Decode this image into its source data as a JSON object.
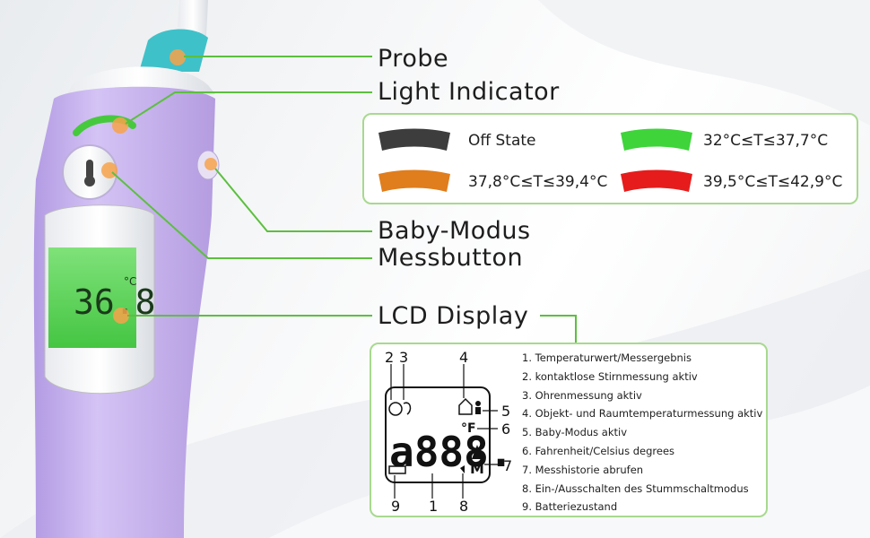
{
  "callouts": {
    "probe": "Probe",
    "light_indicator": "Light Indicator",
    "baby_modus": "Baby-Modus",
    "messbutton": "Messbutton",
    "lcd_display": "LCD Display"
  },
  "device": {
    "screen_reading": "36.8",
    "screen_unit": "°C"
  },
  "light_legend": [
    {
      "label": "Off State",
      "color": "#3d3d3d"
    },
    {
      "label": "32°C≤T≤37,7°C",
      "color": "#3ed43a"
    },
    {
      "label": "37,8°C≤T≤39,4°C",
      "color": "#e07d1c"
    },
    {
      "label": "39,5°C≤T≤42,9°C",
      "color": "#e61c1c"
    }
  ],
  "lcd_diagram": {
    "digits": "a888.",
    "unit_glyph": "°F",
    "memory_glyph": "M",
    "numbers": [
      "1",
      "2",
      "3",
      "4",
      "5",
      "6",
      "7",
      "8",
      "9"
    ]
  },
  "lcd_functions": [
    "1. Temperaturwert/Messergebnis",
    "2. kontaktlose Stirnmessung aktiv",
    "3. Ohrenmessung aktiv",
    "4. Objekt- und Raumtemperaturmessung aktiv",
    "5. Baby-Modus aktiv",
    "6. Fahrenheit/Celsius degrees",
    "7. Messhistorie abrufen",
    "8. Ein-/Ausschalten des Stummschaltmodus",
    "9. Batteriezustand"
  ],
  "colors": {
    "device_body": "#c9b3ef",
    "accent_green": "#5cbf3f",
    "callout_dot": "#f28c28",
    "lcd_green": "#58d655"
  }
}
